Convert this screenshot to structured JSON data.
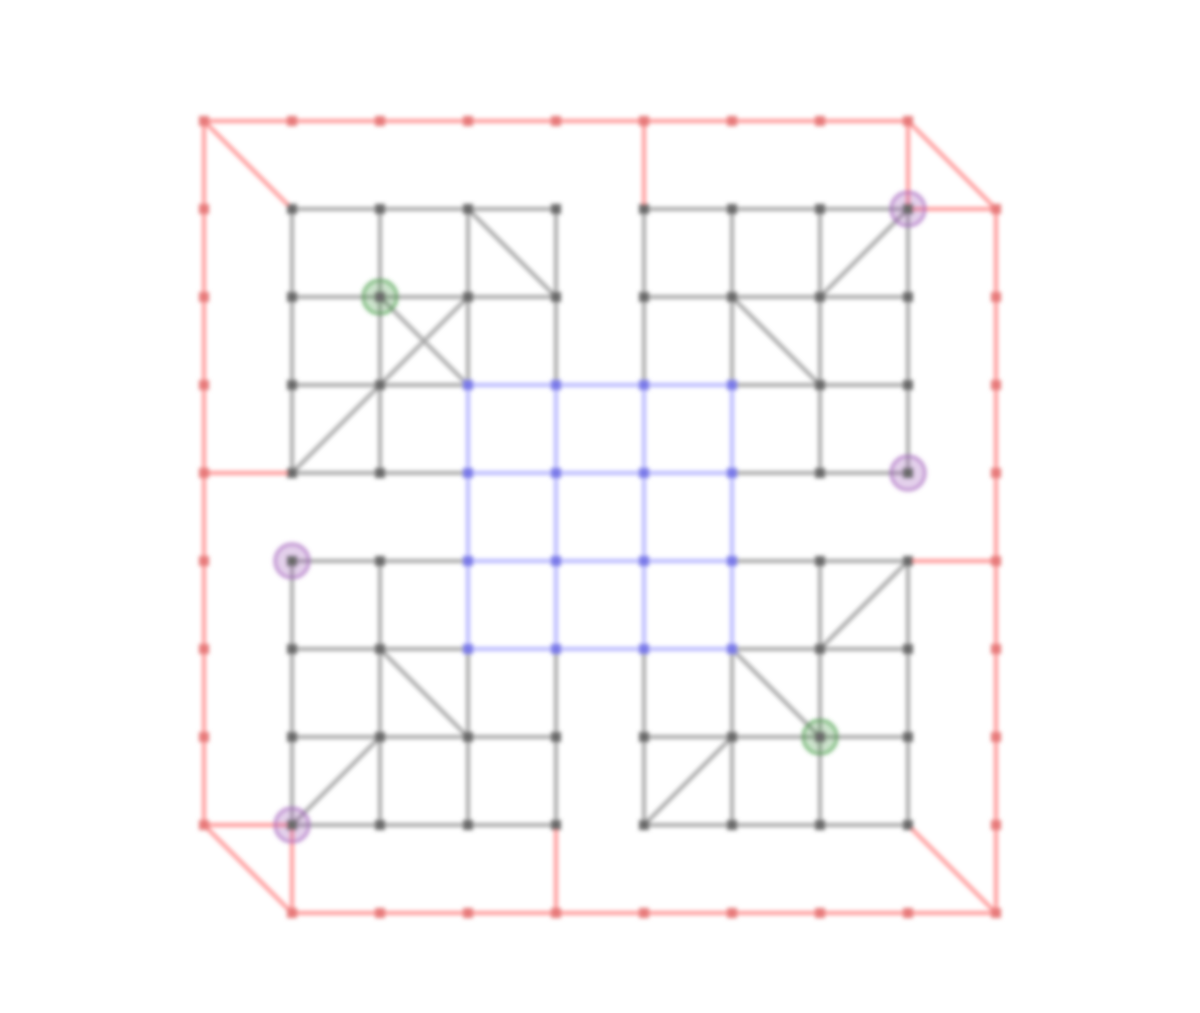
{
  "diagram": {
    "type": "graph-grid",
    "colors": {
      "background": "#ffffff",
      "outer_frame": "#ff9a9a",
      "outer_node": "#e77a7a",
      "grid_edge": "#a8a8a8",
      "grid_node": "#6a6a6a",
      "center_edge": "#b8b8ff",
      "center_node": "#7a7ae8",
      "highlight_green": "#3f9a3f",
      "highlight_purple": "#9e5ab8"
    },
    "outer_frame": {
      "top_row": [
        [
          0,
          0
        ],
        [
          1,
          0
        ],
        [
          2,
          0
        ],
        [
          3,
          0
        ],
        [
          4,
          0
        ],
        [
          5,
          0
        ],
        [
          6,
          0
        ],
        [
          7,
          0
        ],
        [
          8,
          0
        ]
      ],
      "bottom_row": [
        [
          1,
          9
        ],
        [
          2,
          9
        ],
        [
          3,
          9
        ],
        [
          4,
          9
        ],
        [
          5,
          9
        ],
        [
          6,
          9
        ],
        [
          7,
          9
        ],
        [
          8,
          9
        ],
        [
          9,
          9
        ]
      ],
      "left_column": [
        [
          0,
          0
        ],
        [
          0,
          1
        ],
        [
          0,
          2
        ],
        [
          0,
          3
        ],
        [
          0,
          4
        ],
        [
          0,
          5
        ],
        [
          0,
          6
        ],
        [
          0,
          7
        ],
        [
          0,
          8
        ]
      ],
      "right_column": [
        [
          9,
          1
        ],
        [
          9,
          2
        ],
        [
          9,
          3
        ],
        [
          9,
          4
        ],
        [
          9,
          5
        ],
        [
          9,
          6
        ],
        [
          9,
          7
        ],
        [
          9,
          8
        ],
        [
          9,
          9
        ]
      ],
      "edges": [
        [
          [
            0,
            0
          ],
          [
            8,
            0
          ]
        ],
        [
          [
            1,
            9
          ],
          [
            9,
            9
          ]
        ],
        [
          [
            0,
            0
          ],
          [
            0,
            8
          ]
        ],
        [
          [
            9,
            1
          ],
          [
            9,
            9
          ]
        ],
        [
          [
            0,
            0
          ],
          [
            1,
            1
          ]
        ],
        [
          [
            8,
            0
          ],
          [
            9,
            1
          ]
        ],
        [
          [
            0,
            8
          ],
          [
            1,
            9
          ]
        ],
        [
          [
            8,
            8
          ],
          [
            9,
            9
          ]
        ],
        [
          [
            5,
            0
          ],
          [
            5,
            1
          ]
        ],
        [
          [
            4,
            8
          ],
          [
            4,
            9
          ]
        ],
        [
          [
            0,
            4
          ],
          [
            1,
            4
          ]
        ],
        [
          [
            8,
            5
          ],
          [
            9,
            5
          ]
        ],
        [
          [
            8,
            1
          ],
          [
            9,
            1
          ]
        ],
        [
          [
            0,
            8
          ],
          [
            1,
            8
          ]
        ],
        [
          [
            1,
            8
          ],
          [
            1,
            9
          ]
        ],
        [
          [
            8,
            0
          ],
          [
            8,
            1
          ]
        ]
      ]
    },
    "quadrants": [
      {
        "id": "top-left",
        "cols": [
          1,
          4
        ],
        "rows": [
          1,
          4
        ],
        "diagonals": [
          [
            [
              3,
              1
            ],
            [
              4,
              2
            ]
          ],
          [
            [
              1,
              4
            ],
            [
              2,
              3
            ]
          ],
          [
            [
              2,
              3
            ],
            [
              3,
              2
            ]
          ],
          [
            [
              2,
              2
            ],
            [
              3,
              3
            ]
          ]
        ]
      },
      {
        "id": "top-right",
        "cols": [
          5,
          8
        ],
        "rows": [
          1,
          4
        ],
        "diagonals": [
          [
            [
              7,
              2
            ],
            [
              8,
              1
            ]
          ],
          [
            [
              6,
              2
            ],
            [
              7,
              3
            ]
          ]
        ]
      },
      {
        "id": "bottom-left",
        "cols": [
          1,
          4
        ],
        "rows": [
          5,
          8
        ],
        "diagonals": [
          [
            [
              1,
              8
            ],
            [
              2,
              7
            ]
          ],
          [
            [
              2,
              6
            ],
            [
              3,
              7
            ]
          ]
        ]
      },
      {
        "id": "bottom-right",
        "cols": [
          5,
          8
        ],
        "rows": [
          5,
          8
        ],
        "diagonals": [
          [
            [
              5,
              8
            ],
            [
              6,
              7
            ]
          ],
          [
            [
              6,
              6
            ],
            [
              7,
              7
            ]
          ],
          [
            [
              7,
              6
            ],
            [
              8,
              5
            ]
          ]
        ]
      }
    ],
    "center_block": {
      "cols": [
        3,
        6
      ],
      "rows": [
        3,
        6
      ]
    },
    "highlights": [
      {
        "node": [
          2,
          2
        ],
        "color": "green"
      },
      {
        "node": [
          7,
          7
        ],
        "color": "green"
      },
      {
        "node": [
          8,
          1
        ],
        "color": "purple"
      },
      {
        "node": [
          8,
          4
        ],
        "color": "purple"
      },
      {
        "node": [
          1,
          5
        ],
        "color": "purple"
      },
      {
        "node": [
          1,
          8
        ],
        "color": "purple"
      }
    ]
  }
}
